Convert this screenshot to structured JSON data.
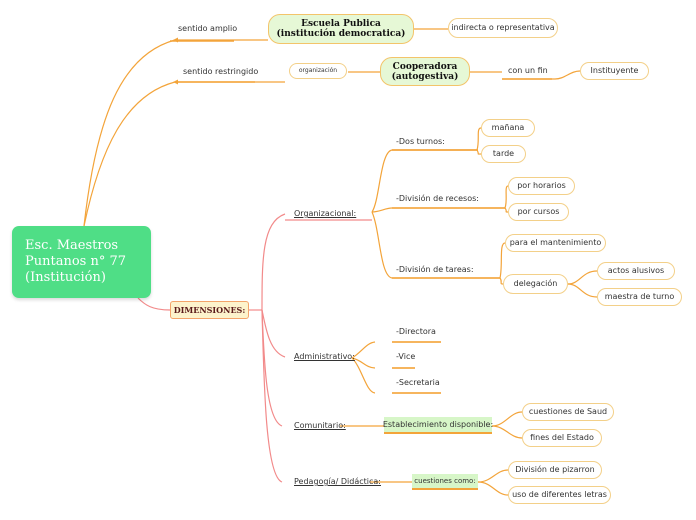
{
  "root": {
    "line1": "Esc. Maestros",
    "line2": "Puntanos n° 77",
    "line3": "(Institución)"
  },
  "top": {
    "sentido_amplio": "sentido amplio",
    "escuela_publica": {
      "line1": "Escuela Publica",
      "line2": "(institución democratica)"
    },
    "indirecta": "indirecta o representativa",
    "sentido_restringido": "sentido restringido",
    "organizacion": "organización",
    "cooperadora": {
      "line1": "Cooperadora",
      "line2": "(autogestiva)"
    },
    "con_un_fin": "con un fin",
    "instituyente": "Instituyente"
  },
  "dimensiones": "DIMENSIONES:",
  "organizacional": {
    "label": "Organizacional:",
    "dos_turnos": "-Dos turnos:",
    "manana": "mañana",
    "tarde": "tarde",
    "division_recesos": "-División de recesos:",
    "por_horarios": "por horarios",
    "por_cursos": "por cursos",
    "division_tareas": "-División de tareas:",
    "mantenimiento": "para el mantenimiento",
    "delegacion": "delegación",
    "actos": "actos alusivos",
    "maestra_turno": "maestra de turno"
  },
  "administrativo": {
    "label": "Administrativo:",
    "directora": "-Directora",
    "vice": "-Vice",
    "secretaria": "-Secretaria"
  },
  "comunitario": {
    "label": "Comunitario:",
    "establecimiento": "Establecimiento disponible:",
    "cuestiones_salud": "cuestiones de Saud",
    "fines_estado": "fines del Estado"
  },
  "pedagogia": {
    "label": "Pedagogía/ Didáctica:",
    "cuestiones_como": "cuestiones como:",
    "division_pizarron": "División de pizarron",
    "uso_letras": "uso de diferentes letras"
  },
  "colors": {
    "root": "#4fde86",
    "top_branch": "#f3a43a",
    "red_branch": "#f28a8a",
    "note_bg": "#d7f6c8"
  }
}
